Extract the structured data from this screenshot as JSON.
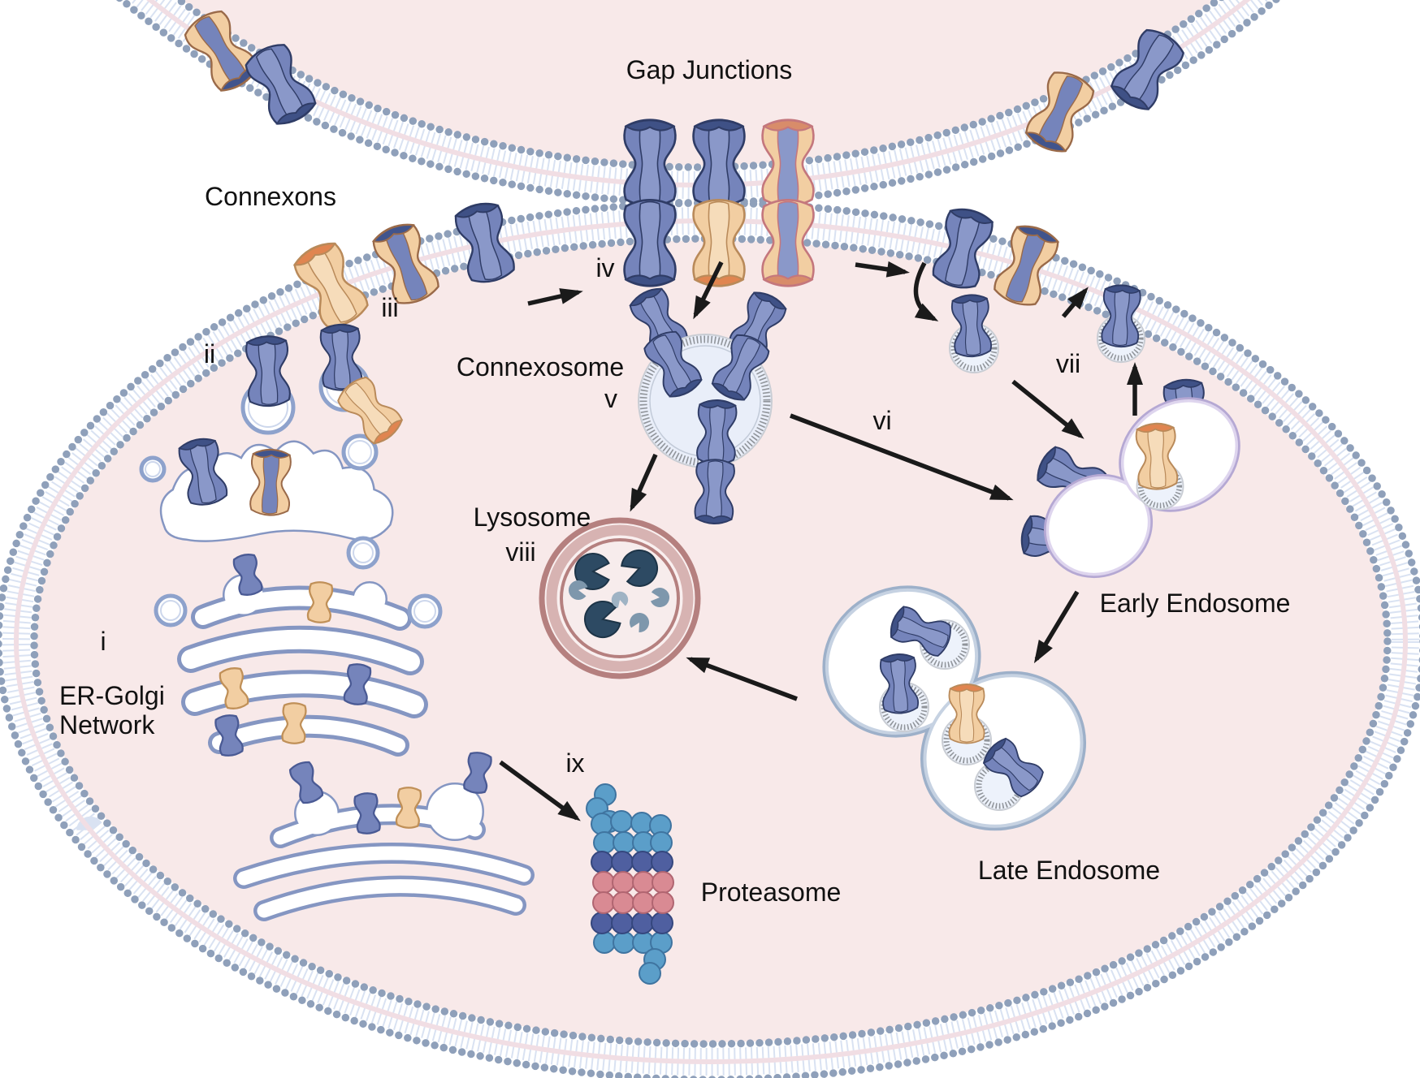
{
  "diagram": {
    "type": "cell-biology-pathway-illustration",
    "title": "Gap Junctions",
    "labels": {
      "gap_junctions": "Gap Junctions",
      "connexons": "Connexons",
      "connexosome": "Connexosome",
      "lysosome": "Lysosome",
      "early_endosome": "Early Endosome",
      "late_endosome": "Late Endosome",
      "proteasome": "Proteasome",
      "er_golgi_line1": "ER-Golgi",
      "er_golgi_line2": "Network"
    },
    "numerals": {
      "step_i": "i",
      "step_ii": "ii",
      "step_iii": "iii",
      "step_iv": "iv",
      "step_v": "v",
      "step_vi": "vi",
      "step_vii": "vii",
      "step_viii": "viii",
      "step_ix": "ix"
    },
    "colors": {
      "connexin_blue": "#7584bb",
      "connexin_blue_dark": "#3f5186",
      "connexin_tan": "#f2cea2",
      "connexin_orange": "#e08550",
      "membrane_bead": "#8fa0ba",
      "cytoplasm_pink": "#f8e9e9",
      "vesicle_outline": "#8ea2cc",
      "clathrin_gray": "#90949a",
      "connexosome_fill": "#e9eef9",
      "lysosome_ring": "#b5807f",
      "lysosome_ring_light": "#d7b3b2",
      "enzyme_navy": "#2d4a63",
      "enzyme_gray": "#7e97ac",
      "early_endosome_outline": "#b5a8d3",
      "late_endosome_outline": "#9db0c9",
      "proteasome_light_blue": "#5b9ec9",
      "proteasome_dark_blue": "#4f5fa0",
      "proteasome_pink": "#d98a93",
      "arrow": "#1a1a1a"
    }
  }
}
